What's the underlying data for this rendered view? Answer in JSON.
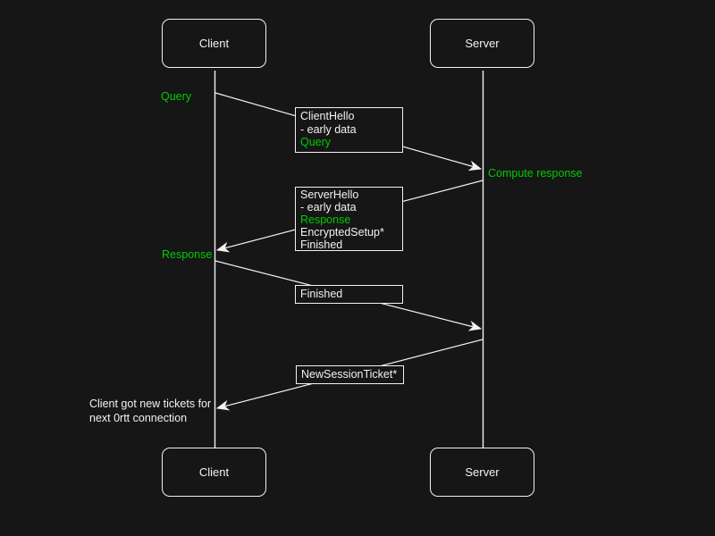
{
  "colors": {
    "background": "#161616",
    "foreground": "#f2f2f2",
    "accent_green": "#00cc00"
  },
  "actors": {
    "client": "Client",
    "server": "Server"
  },
  "labels": {
    "query": "Query",
    "compute_response": "Compute response",
    "response": "Response"
  },
  "note": {
    "line1": "Client got new tickets for",
    "line2": "next 0rtt connection"
  },
  "messages": {
    "client_hello": {
      "direction": "client-to-server",
      "lines": [
        {
          "text": "ClientHello",
          "color": "white"
        },
        {
          "text": "- early data",
          "color": "white"
        },
        {
          "text": "Query",
          "color": "green"
        }
      ]
    },
    "server_hello": {
      "direction": "server-to-client",
      "lines": [
        {
          "text": "ServerHello",
          "color": "white"
        },
        {
          "text": "- early data",
          "color": "white"
        },
        {
          "text": "Response",
          "color": "green"
        },
        {
          "text": "EncryptedSetup*",
          "color": "white"
        },
        {
          "text": "Finished",
          "color": "white"
        }
      ]
    },
    "finished": {
      "direction": "client-to-server",
      "lines": [
        {
          "text": "Finished",
          "color": "white"
        }
      ]
    },
    "new_session_ticket": {
      "direction": "server-to-client",
      "lines": [
        {
          "text": "NewSessionTicket*",
          "color": "white"
        }
      ]
    }
  }
}
